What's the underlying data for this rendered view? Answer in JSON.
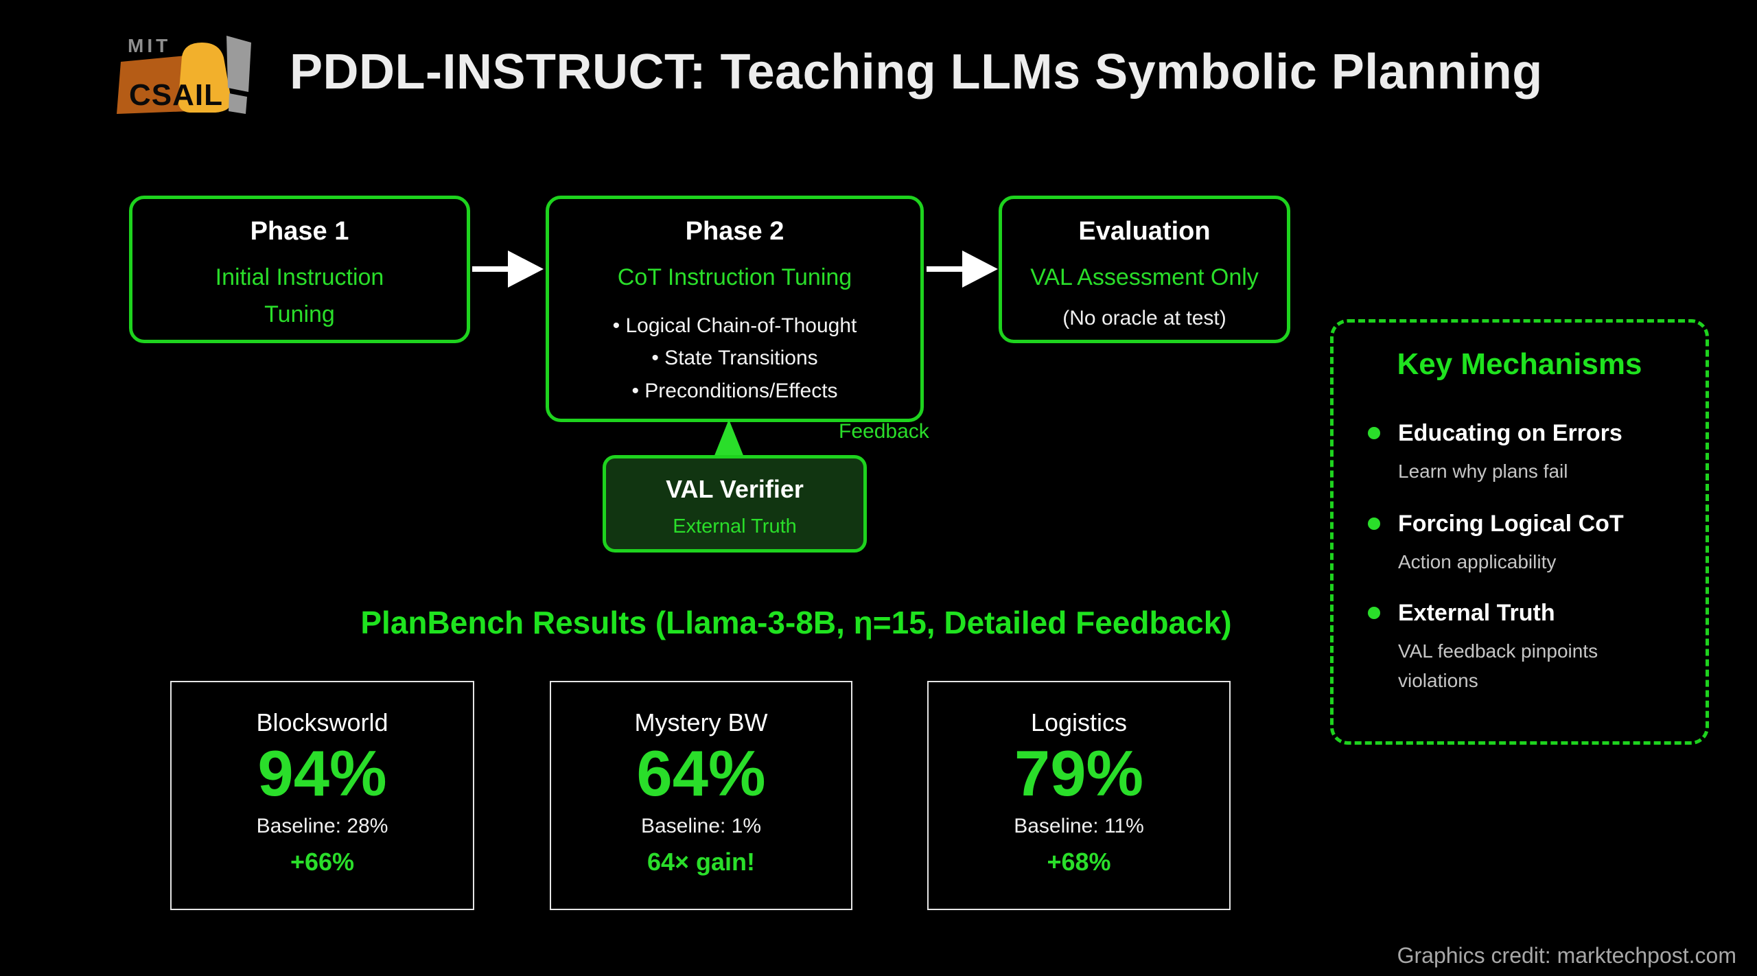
{
  "header": {
    "title": "PDDL-INSTRUCT: Teaching LLMs Symbolic Planning",
    "logo": {
      "mit": "MIT",
      "csail": "CSAIL"
    }
  },
  "flow": {
    "phase1": {
      "title": "Phase 1",
      "subtitle": "Initial Instruction Tuning"
    },
    "phase2": {
      "title": "Phase 2",
      "subtitle": "CoT Instruction Tuning",
      "bullets": [
        "• Logical Chain-of-Thought",
        "• State Transitions",
        "• Preconditions/Effects"
      ]
    },
    "evaluation": {
      "title": "Evaluation",
      "subtitle": "VAL Assessment Only",
      "note": "(No oracle at test)"
    },
    "verifier": {
      "title": "VAL Verifier",
      "subtitle": "External Truth"
    },
    "feedback_label": "Feedback"
  },
  "mechanisms": {
    "title": "Key Mechanisms",
    "items": [
      {
        "title": "Educating on Errors",
        "desc": "Learn why plans fail"
      },
      {
        "title": "Forcing Logical CoT",
        "desc": "Action applicability"
      },
      {
        "title": "External Truth",
        "desc": "VAL feedback pinpoints violations"
      }
    ]
  },
  "results": {
    "title": "PlanBench Results (Llama-3-8B, η=15, Detailed Feedback)",
    "cards": [
      {
        "name": "Blocksworld",
        "score": "94%",
        "baseline": "Baseline: 28%",
        "delta": "+66%"
      },
      {
        "name": "Mystery BW",
        "score": "64%",
        "baseline": "Baseline: 1%",
        "delta": "64× gain!"
      },
      {
        "name": "Logistics",
        "score": "79%",
        "baseline": "Baseline: 11%",
        "delta": "+68%"
      }
    ]
  },
  "footer": {
    "credit": "Graphics credit: marktechpost.com"
  },
  "colors": {
    "background": "#000000",
    "accent_green": "#1ed31e",
    "green_text": "#2ade2a",
    "heading_green": "#1fe31f",
    "verifier_fill": "#113511",
    "white_text": "#ededed",
    "gray_text": "#c6c6c6",
    "credit_gray": "#a8a8a8",
    "logo_orange": "#b55c16",
    "logo_yellow": "#f2b02c",
    "logo_gray": "#9b9b9b"
  }
}
